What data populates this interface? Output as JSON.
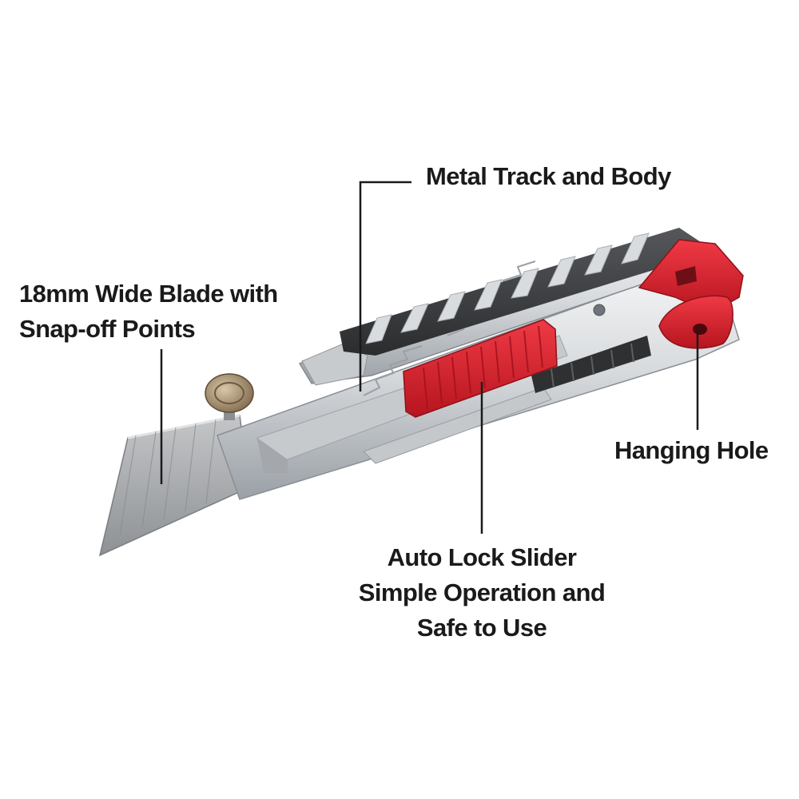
{
  "product": {
    "name": "snap-off utility knife",
    "colors": {
      "accent_red": "#d61f2c",
      "accent_red_dark": "#9e1420",
      "grip_black": "#3a3b3d",
      "metal_light": "#e9ebed",
      "metal_mid": "#b9bdc2",
      "metal_dark": "#7d8288",
      "blade": "#a7a9ab",
      "brass": "#9c8668"
    }
  },
  "callouts": {
    "blade": {
      "line1": "18mm Wide Blade with",
      "line2": "Snap-off Points"
    },
    "track": {
      "line1": "Metal Track and Body"
    },
    "hole": {
      "line1": "Hanging Hole"
    },
    "slider": {
      "line1": "Auto Lock Slider",
      "line2": "Simple Operation and",
      "line3": "Safe to Use"
    }
  }
}
